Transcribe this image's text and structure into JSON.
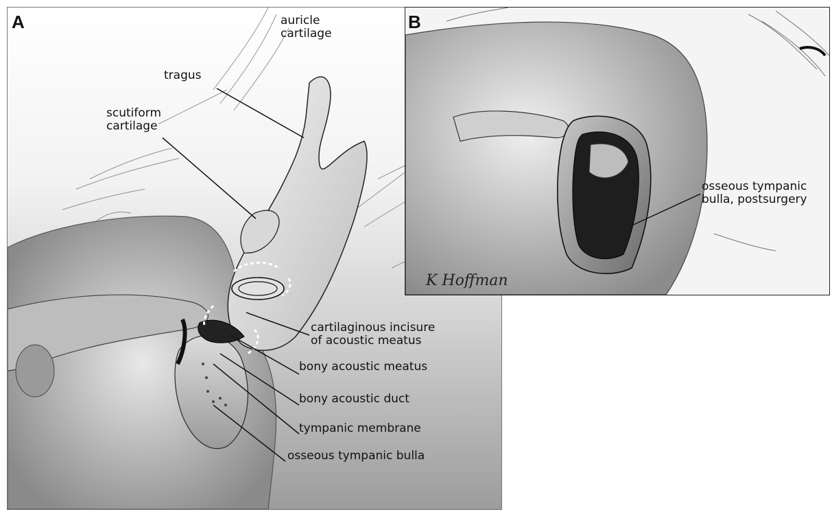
{
  "panel_a": {
    "letter": "A",
    "labels": {
      "auricle_cartilage": [
        "auricle",
        "cartilage"
      ],
      "tragus": "tragus",
      "scutiform_cartilage": [
        "scutiform",
        "cartilage"
      ],
      "cartilaginous_incisure": [
        "cartilaginous incisure",
        "of acoustic meatus"
      ],
      "bony_acoustic_meatus": "bony acoustic meatus",
      "bony_acoustic_duct": "bony acoustic duct",
      "tympanic_membrane": "tympanic membrane",
      "osseous_tympanic_bulla": "osseous tympanic bulla"
    }
  },
  "panel_b": {
    "letter": "B",
    "labels": {
      "osseous_bulla_postsurgery": [
        "osseous tympanic",
        "bulla, postsurgery"
      ]
    },
    "signature": "K Hoffman"
  },
  "colors": {
    "background": "#ffffff",
    "line": "#111111",
    "shade_light": "#e6e6e6",
    "shade_mid": "#a8a8a8",
    "shade_dark": "#3a3a3a"
  }
}
